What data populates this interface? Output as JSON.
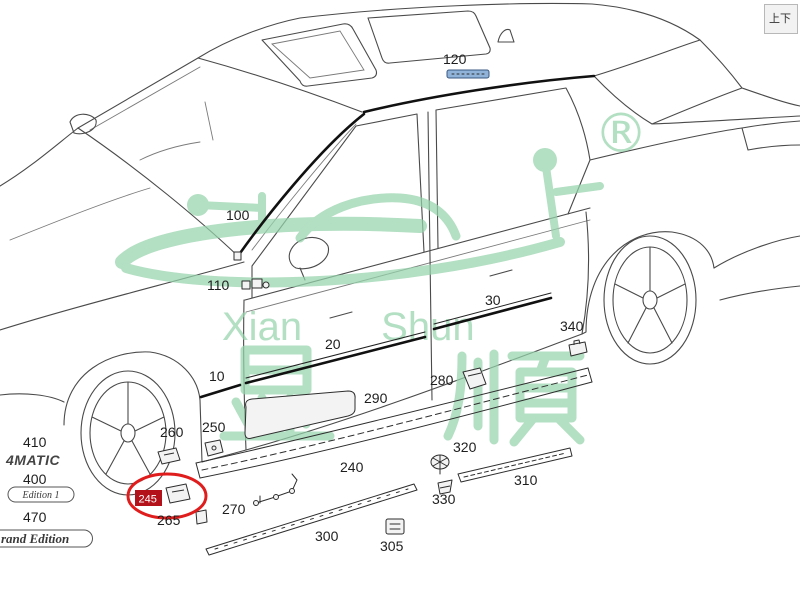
{
  "toolbar": {
    "button_label": "上下"
  },
  "callouts": [
    "120",
    "100",
    "110",
    "10",
    "20",
    "30",
    "340",
    "280",
    "290",
    "260",
    "250",
    "240",
    "320",
    "310",
    "330",
    "270",
    "300",
    "305",
    "265"
  ],
  "highlighted_callout": {
    "label": "245",
    "box_color": "#b3121b",
    "ring_color": "#e01d1d"
  },
  "badges": [
    {
      "number": "410",
      "text": "4MATIC"
    },
    {
      "number": "400",
      "text": "Edition 1"
    },
    {
      "number": "470",
      "text": "rand Edition"
    }
  ],
  "watermark": {
    "latin": "Xian Shun",
    "chinese": "显顺",
    "registered": "®",
    "color": "#96d3ac"
  },
  "colors": {
    "line": "#4a4a4a",
    "label": "#1e1e1e",
    "moulding": "#111111",
    "emblem_strip": "#8fb3d9"
  }
}
